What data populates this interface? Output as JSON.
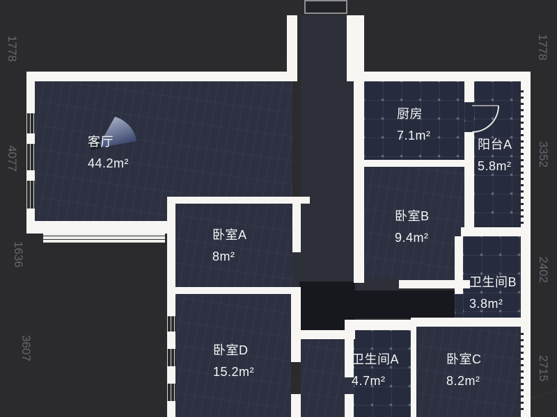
{
  "plan": {
    "rooms": {
      "living": {
        "name": "客厅",
        "area": "44.2m²"
      },
      "kitchen": {
        "name": "厨房",
        "area": "7.1m²"
      },
      "balcony_a": {
        "name": "阳台A",
        "area": "5.8m²"
      },
      "bedroom_b": {
        "name": "卧室B",
        "area": "9.4m²"
      },
      "bathroom_b": {
        "name": "卫生间B",
        "area": "3.8m²"
      },
      "bedroom_a": {
        "name": "卧室A",
        "area": "8m²"
      },
      "bedroom_d": {
        "name": "卧室D",
        "area": "15.2m²"
      },
      "bathroom_a": {
        "name": "卫生间A",
        "area": "4.7m²"
      },
      "bedroom_c": {
        "name": "卧室C",
        "area": "8.2m²"
      }
    },
    "dimensions": {
      "left": [
        "1778",
        "4077",
        "1636",
        "3607"
      ],
      "right": [
        "1778",
        "3352",
        "2402",
        "2715"
      ]
    },
    "colors": {
      "background": "#2b2b2d",
      "wall": "#f7f6f3",
      "floor_wood": "#2c3041",
      "floor_tile": "#262b3d",
      "shaft": "#17181d",
      "label_text": "#f5f5f5",
      "dimension_text": "#66686d",
      "camera_icon": "#8fa8cc"
    }
  }
}
